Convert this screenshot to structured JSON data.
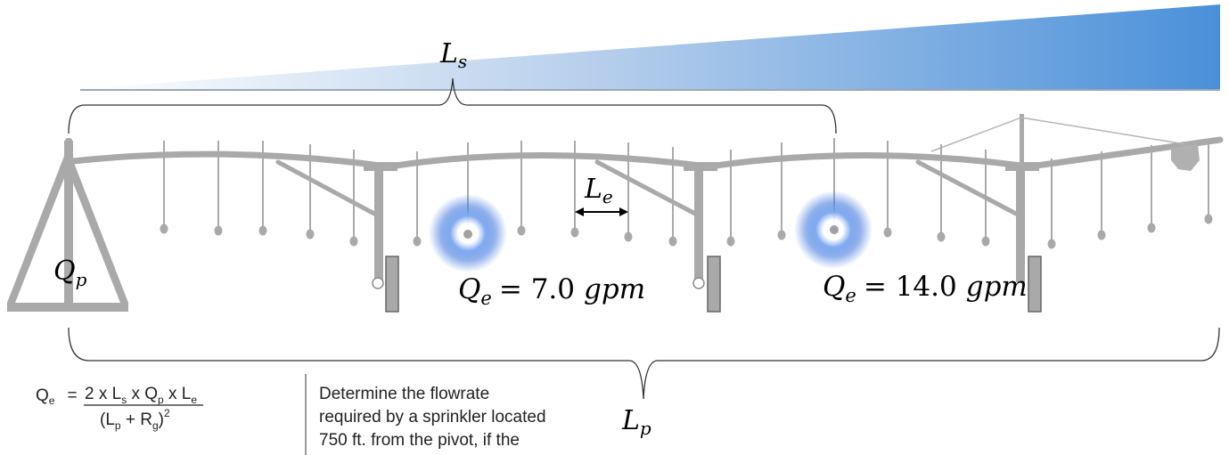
{
  "labels": {
    "Ls": {
      "main": "L",
      "sub": "s"
    },
    "Le": {
      "main": "L",
      "sub": "e"
    },
    "Lp": {
      "main": "L",
      "sub": "p"
    },
    "Qp": {
      "main": "Q",
      "sub": "p"
    }
  },
  "sprinklers": [
    {
      "q": "Q",
      "sub": "e",
      "eq": "= 7.0",
      "unit": "gpm"
    },
    {
      "q": "Q",
      "sub": "e",
      "eq": "= 14.0",
      "unit": "gpm"
    }
  ],
  "formula": {
    "lhs": "Q",
    "lhs_sub": "e",
    "equals": "=",
    "num": [
      "2 x L",
      "s",
      " x Q",
      "p",
      " x L",
      "e"
    ],
    "den": [
      "(L",
      "p",
      " + R",
      "g",
      ")",
      "2"
    ]
  },
  "problem_lines": [
    "Determine the flowrate",
    "required by a sprinkler located",
    "750 ft. from the pivot, if the"
  ],
  "colors": {
    "pipe": "#a9a9a9",
    "glow": "#4a7fe0",
    "wedge_start": "#ffffff",
    "wedge_end": "#4a90d9",
    "bracket": "#333333"
  }
}
